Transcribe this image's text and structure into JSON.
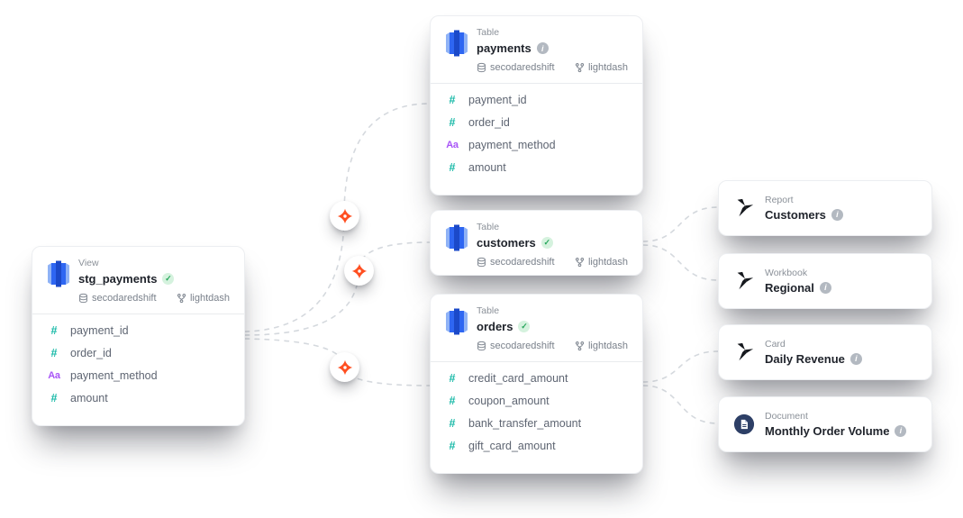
{
  "badges": {
    "check": "✓",
    "info": "i"
  },
  "colors": {
    "number_field": "#14b8a6",
    "string_field": "#a855f7",
    "dbt_accent": "#ff4f21",
    "check_green": "#27a65c",
    "edge_line": "#d5d9de",
    "redshift_blue": "#2e66f2",
    "document_navy": "#2d3f66"
  },
  "nodes": [
    {
      "type_label": "View",
      "name": "stg_payments",
      "badge": "check",
      "source_db": "secodaredshift",
      "source_tool": "lightdash",
      "fields": [
        {
          "glyph": "#",
          "kind": "number",
          "name": "payment_id"
        },
        {
          "glyph": "#",
          "kind": "number",
          "name": "order_id"
        },
        {
          "glyph": "Aa",
          "kind": "string",
          "name": "payment_method"
        },
        {
          "glyph": "#",
          "kind": "number",
          "name": "amount"
        }
      ]
    },
    {
      "type_label": "Table",
      "name": "payments",
      "badge": "info",
      "source_db": "secodaredshift",
      "source_tool": "lightdash",
      "fields": [
        {
          "glyph": "#",
          "kind": "number",
          "name": "payment_id"
        },
        {
          "glyph": "#",
          "kind": "number",
          "name": "order_id"
        },
        {
          "glyph": "Aa",
          "kind": "string",
          "name": "payment_method"
        },
        {
          "glyph": "#",
          "kind": "number",
          "name": "amount"
        }
      ]
    },
    {
      "type_label": "Table",
      "name": "customers",
      "badge": "check",
      "source_db": "secodaredshift",
      "source_tool": "lightdash",
      "fields": []
    },
    {
      "type_label": "Table",
      "name": "orders",
      "badge": "check",
      "source_db": "secodaredshift",
      "source_tool": "lightdash",
      "fields": [
        {
          "glyph": "#",
          "kind": "number",
          "name": "credit_card_amount"
        },
        {
          "glyph": "#",
          "kind": "number",
          "name": "coupon_amount"
        },
        {
          "glyph": "#",
          "kind": "number",
          "name": "bank_transfer_amount"
        },
        {
          "glyph": "#",
          "kind": "number",
          "name": "gift_card_amount"
        }
      ]
    }
  ],
  "outputs": [
    {
      "type_label": "Report",
      "name": "Customers",
      "icon": "lightdash-bird"
    },
    {
      "type_label": "Workbook",
      "name": "Regional",
      "icon": "lightdash-bird"
    },
    {
      "type_label": "Card",
      "name": "Daily Revenue",
      "icon": "lightdash-bird"
    },
    {
      "type_label": "Document",
      "name": "Monthly Order Volume",
      "icon": "document"
    }
  ]
}
